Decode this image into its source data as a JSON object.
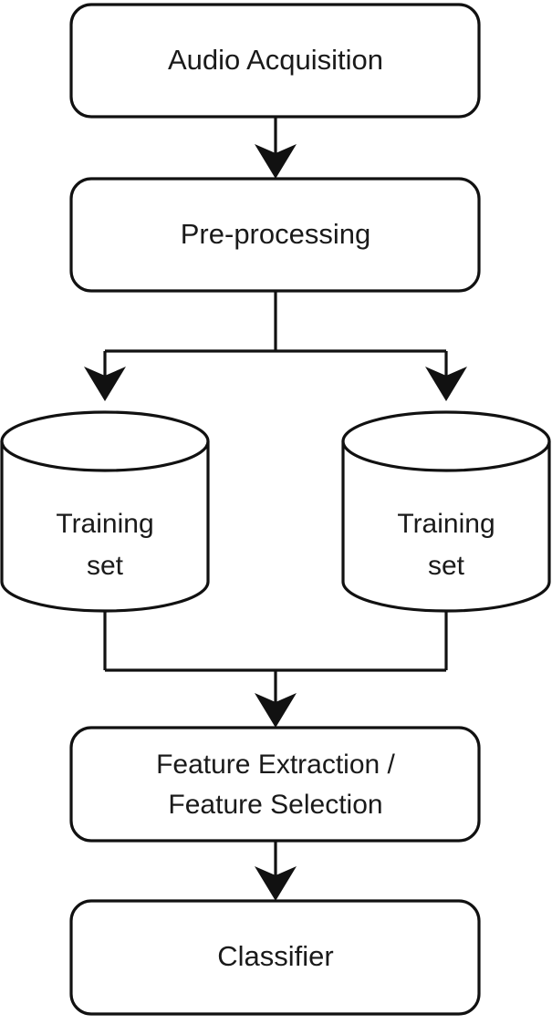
{
  "diagram": {
    "type": "flowchart",
    "title": "",
    "orientation": "top-to-bottom",
    "background_color": "#ffffff",
    "stroke_color": "#111111",
    "text_color": "#1a1a1a",
    "nodes": [
      {
        "id": "audio-acquisition",
        "shape": "rounded-rectangle",
        "label": "Audio Acquisition",
        "lines": [
          "Audio Acquisition"
        ]
      },
      {
        "id": "pre-processing",
        "shape": "rounded-rectangle",
        "label": "Pre-processing",
        "lines": [
          "Pre-processing"
        ]
      },
      {
        "id": "training-set-left",
        "shape": "cylinder",
        "label": "Training set",
        "lines": [
          "Training",
          "set"
        ]
      },
      {
        "id": "training-set-right",
        "shape": "cylinder",
        "label": "Training set",
        "lines": [
          "Training",
          "set"
        ]
      },
      {
        "id": "feature-extraction-selection",
        "shape": "rounded-rectangle",
        "label": "Feature Extraction / Feature Selection",
        "lines": [
          "Feature Extraction /",
          "Feature Selection"
        ]
      },
      {
        "id": "classifier",
        "shape": "rounded-rectangle",
        "label": "Classifier",
        "lines": [
          "Classifier"
        ]
      }
    ],
    "edges": [
      {
        "id": "edge-audio-to-pre",
        "from": "audio-acquisition",
        "to": "pre-processing",
        "style": "straight-arrow"
      },
      {
        "id": "edge-pre-to-left-set",
        "from": "pre-processing",
        "to": "training-set-left",
        "style": "split-arrow"
      },
      {
        "id": "edge-pre-to-right-set",
        "from": "pre-processing",
        "to": "training-set-right",
        "style": "split-arrow"
      },
      {
        "id": "edge-left-set-to-feature",
        "from": "training-set-left",
        "to": "feature-extraction-selection",
        "style": "merge-arrow"
      },
      {
        "id": "edge-right-set-to-feature",
        "from": "training-set-right",
        "to": "feature-extraction-selection",
        "style": "merge-arrow"
      },
      {
        "id": "edge-feature-to-classifier",
        "from": "feature-extraction-selection",
        "to": "classifier",
        "style": "straight-arrow"
      }
    ]
  }
}
